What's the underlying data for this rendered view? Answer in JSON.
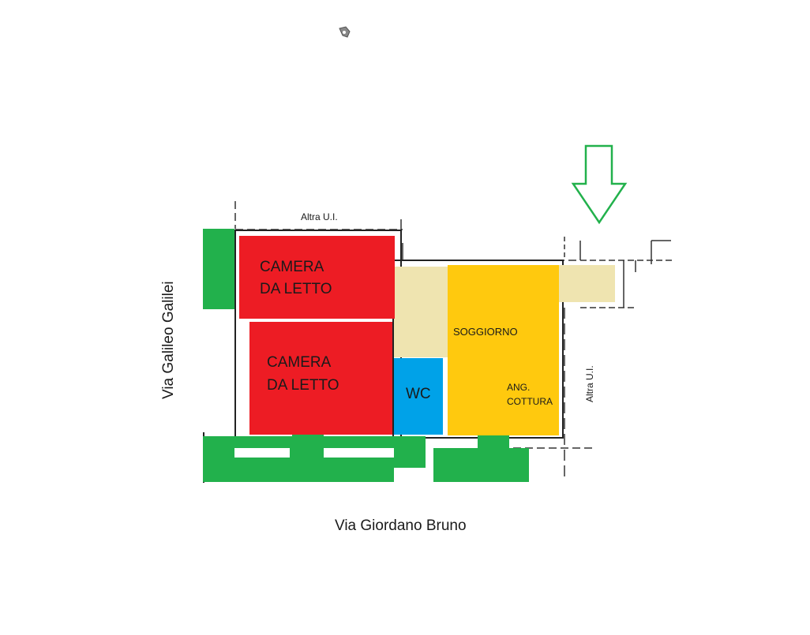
{
  "rooms": {
    "bedroom_top": {
      "line1": "CAMERA",
      "line2": "DA LETTO",
      "color": "#ED1C24"
    },
    "bedroom_bottom": {
      "line1": "CAMERA",
      "line2": "DA LETTO",
      "color": "#ED1C24"
    },
    "wc": {
      "label": "WC",
      "color": "#00A2E8"
    },
    "living": {
      "label": "SOGGIORNO",
      "color": "#FFC90E"
    },
    "kitchen": {
      "line1": "ANG.",
      "line2": "COTTURA"
    },
    "corridor": {
      "color": "#EFE4B0"
    }
  },
  "labels": {
    "other_unit_top": "Altra U.I.",
    "other_unit_right": "Altra U.I.",
    "street_left": "Via Galileo Galilei",
    "street_bottom": "Via Giordano Bruno"
  },
  "colors": {
    "terrace": "#22B14C",
    "arrow": "#22B14C",
    "walls": "#222222"
  },
  "icons": {
    "entrance": "arrow-down-icon",
    "compass": "compass-icon"
  }
}
